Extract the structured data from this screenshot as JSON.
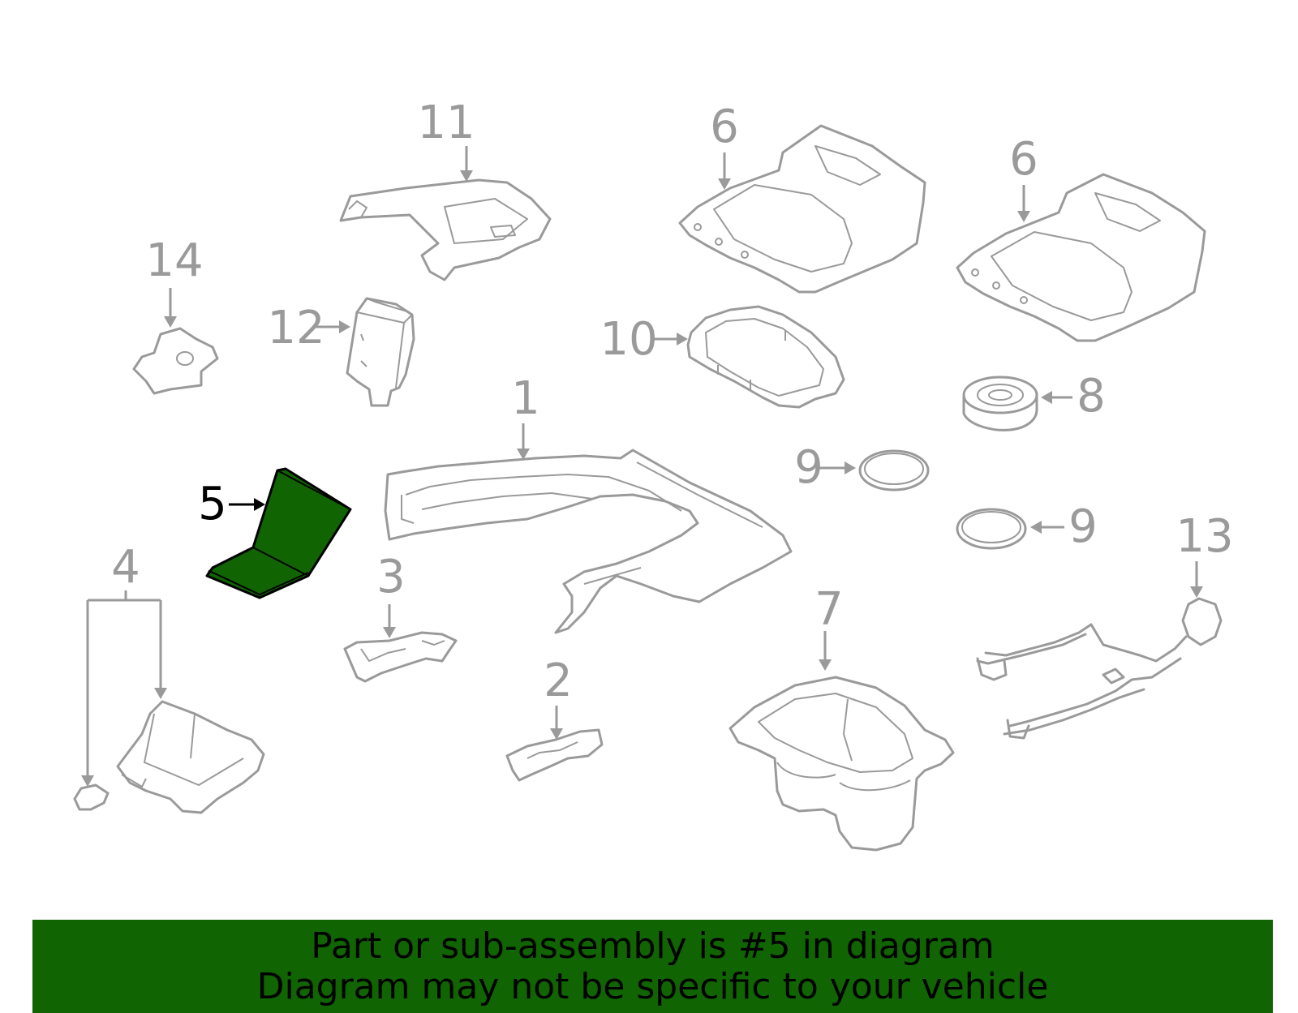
{
  "callouts": {
    "c1": "1",
    "c2": "2",
    "c3": "3",
    "c4": "4",
    "c5": "5",
    "c6a": "6",
    "c6b": "6",
    "c7": "7",
    "c8": "8",
    "c9a": "9",
    "c9b": "9",
    "c10": "10",
    "c11": "11",
    "c12": "12",
    "c13": "13",
    "c14": "14"
  },
  "highlighted_part": "5",
  "banner": {
    "line1": "Part or sub-assembly is #5 in diagram",
    "line2": "Diagram may not be specific to your vehicle"
  },
  "colors": {
    "highlight": "#116402",
    "outline": "#9a9a9a",
    "banner_bg": "#116402"
  }
}
